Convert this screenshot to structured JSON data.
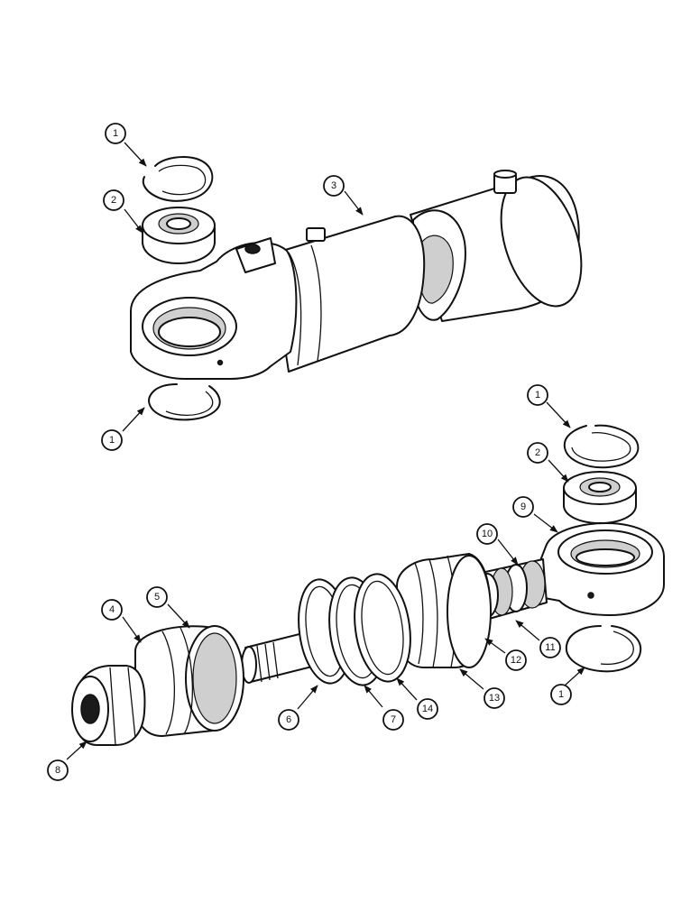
{
  "diagram": {
    "callouts": [
      {
        "id": "c1a",
        "label": "1"
      },
      {
        "id": "c2a",
        "label": "2"
      },
      {
        "id": "c3",
        "label": "3"
      },
      {
        "id": "c1b",
        "label": "1"
      },
      {
        "id": "c1c",
        "label": "1"
      },
      {
        "id": "c2b",
        "label": "2"
      },
      {
        "id": "c9",
        "label": "9"
      },
      {
        "id": "c10",
        "label": "10"
      },
      {
        "id": "c4",
        "label": "4"
      },
      {
        "id": "c5",
        "label": "5"
      },
      {
        "id": "c12",
        "label": "12"
      },
      {
        "id": "c11",
        "label": "11"
      },
      {
        "id": "c6",
        "label": "6"
      },
      {
        "id": "c7",
        "label": "7"
      },
      {
        "id": "c14",
        "label": "14"
      },
      {
        "id": "c13",
        "label": "13"
      },
      {
        "id": "c1d",
        "label": "1"
      },
      {
        "id": "c8",
        "label": "8"
      }
    ]
  }
}
